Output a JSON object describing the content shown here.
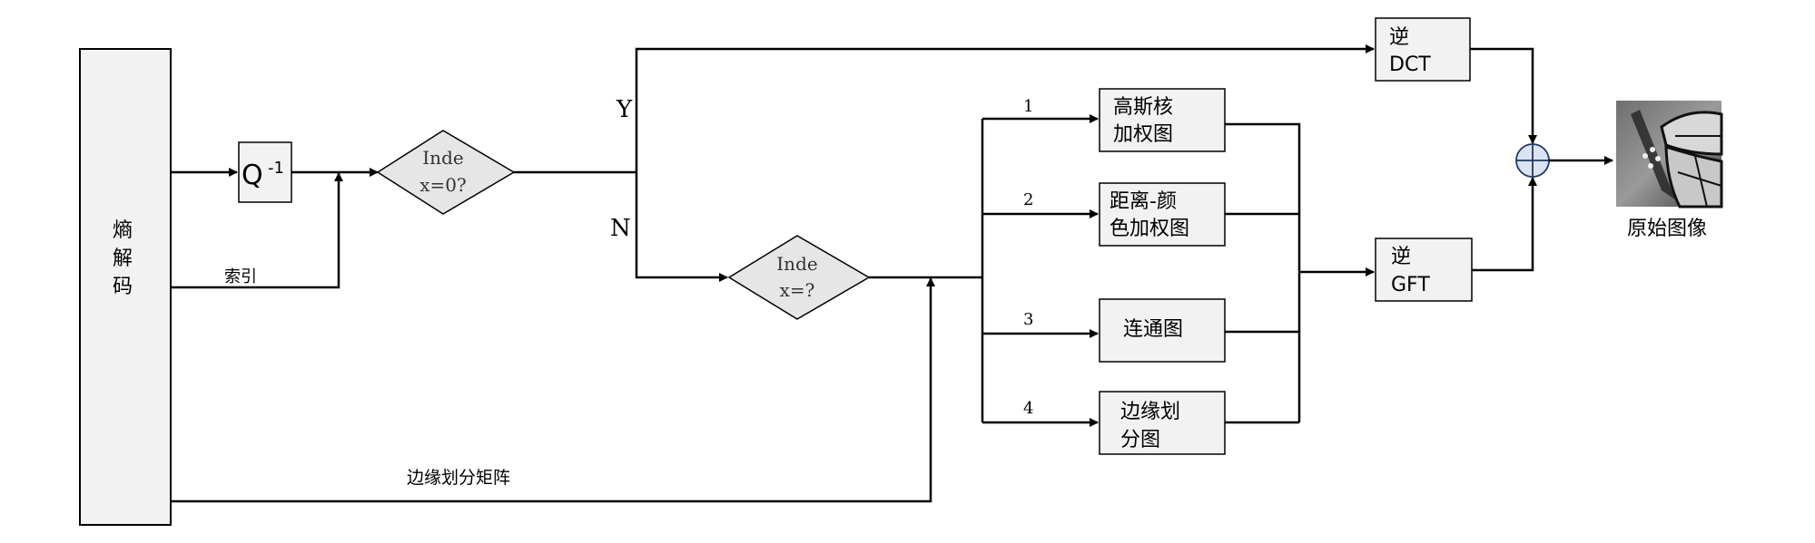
{
  "entropy_decode": {
    "label": [
      "熵",
      "解",
      "码"
    ]
  },
  "q_inverse": {
    "base": "Q",
    "superscript": "-1"
  },
  "index_label": "索引",
  "decision1": {
    "lines": [
      "Inde",
      "x=0?"
    ],
    "yes": "Y",
    "no": "N"
  },
  "decision2": {
    "lines": [
      "Inde",
      "x=?"
    ]
  },
  "edge_matrix_label": "边缘划分矩阵",
  "inverse_dct": {
    "lines": [
      "逆",
      "DCT"
    ]
  },
  "inverse_gft": {
    "lines": [
      "逆",
      "GFT"
    ]
  },
  "branches": [
    {
      "number": "1",
      "lines": [
        "高斯核",
        "加权图"
      ]
    },
    {
      "number": "2",
      "lines": [
        "距离-颜",
        "色加权图"
      ]
    },
    {
      "number": "3",
      "lines": [
        "连通图"
      ]
    },
    {
      "number": "4",
      "lines": [
        "边缘划",
        "分图"
      ]
    }
  ],
  "sum_symbol": "plus-circle",
  "output": {
    "label": "原始图像",
    "image": "butterfly-grayscale-thumbnail"
  },
  "colors": {
    "line": "#000000",
    "box_fill": "#f2f2f2",
    "diamond_fill": "#e6e6e6",
    "sum_fill": "#dce3f2",
    "sum_stroke": "#1f3864"
  }
}
